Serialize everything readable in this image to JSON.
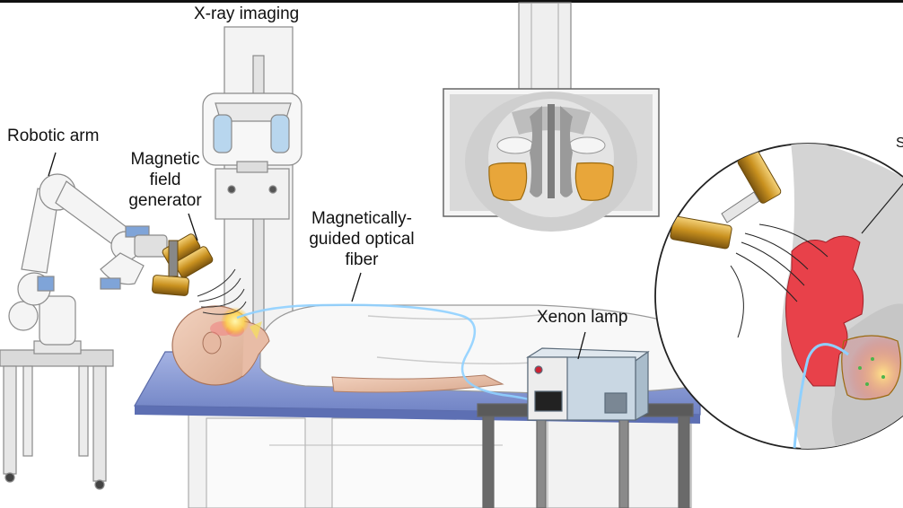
{
  "labels": {
    "xray": "X-ray imaging",
    "robotic_arm": "Robotic arm",
    "magnetic_field_generator": [
      "Magnetic",
      "field",
      "generator"
    ],
    "fiber": [
      "Magnetically-",
      "guided optical",
      "fiber"
    ],
    "xenon_lamp": "Xenon lamp",
    "inset_partial": "S"
  },
  "colors": {
    "sinus": "#e8a63a",
    "fiber": "#8fd0ff",
    "bed": "#8e9fd6",
    "inset_sinus": "#e8414a",
    "coil": "#c9911f"
  }
}
